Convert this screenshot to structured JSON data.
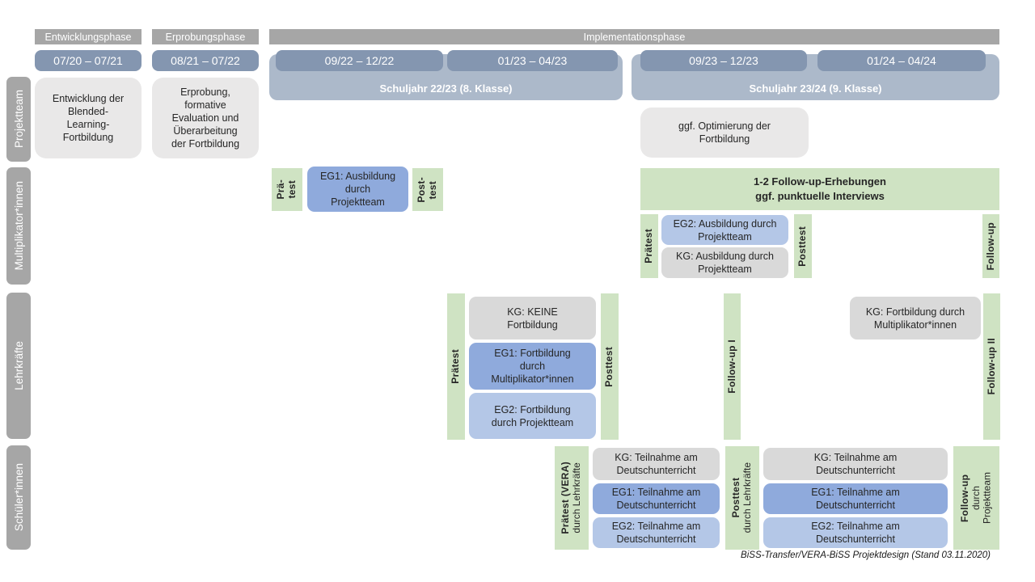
{
  "colors": {
    "phase_bar": "#a6a6a6",
    "date_bar": "#8496b0",
    "year_bar": "#acb9ca",
    "box_light_gray": "#e9e8e8",
    "box_gray": "#d9d9d9",
    "box_blue_medium": "#8faadc",
    "box_blue_light": "#b4c7e7",
    "box_green": "#cfe3c3",
    "text_dark": "#262626",
    "text_white": "#ffffff"
  },
  "phases": {
    "p1": "Entwicklungsphase",
    "p2": "Erprobungsphase",
    "p3": "Implementationsphase"
  },
  "timeline": {
    "d1": "07/20 – 07/21",
    "d2": "08/21 – 07/22",
    "d3": "09/22 – 12/22",
    "d4": "01/23 – 04/23",
    "d5": "09/23 – 12/23",
    "d6": "01/24 – 04/24",
    "year1": "Schuljahr 22/23 (8. Klasse)",
    "year2": "Schuljahr 23/24 (9. Klasse)"
  },
  "row_labels": {
    "r1": "Projektteam",
    "r2": "Multiplikator*innen",
    "r3": "Lehrkräfte",
    "r4": "Schüler*innen"
  },
  "projektteam": {
    "entwicklung": "Entwicklung der\nBlended-\nLearning-\nFortbildung",
    "erprobung": "Erprobung,\nformative\nEvaluation und\nÜberarbeitung\nder Fortbildung",
    "optimierung": "ggf. Optimierung der\nFortbildung"
  },
  "multiplikatoren": {
    "prae_col1": "Prä-",
    "prae_col2": "test",
    "eg1": "EG1: Ausbildung\ndurch\nProjektteam",
    "post_col1": "Post-",
    "post_col2": "test",
    "followup_box": "1-2 Follow-up-Erhebungen\nggf. punktuelle Interviews",
    "praetest": "Prätest",
    "eg2": "EG2: Ausbildung durch\nProjektteam",
    "kg": "KG: Ausbildung durch\nProjektteam",
    "posttest": "Posttest",
    "followup": "Follow-up"
  },
  "lehrkraefte": {
    "praetest": "Prätest",
    "kg": "KG: KEINE\nFortbildung",
    "eg1": "EG1: Fortbildung\ndurch\nMultiplikator*innen",
    "eg2": "EG2: Fortbildung\ndurch Projektteam",
    "posttest": "Posttest",
    "followup1": "Follow-up I",
    "kg2": "KG: Fortbildung durch\nMultiplikator*innen",
    "followup2": "Follow-up II"
  },
  "schueler": {
    "praetest_main": "Prätest (VERA)",
    "praetest_sub": "durch Lehrkräfte",
    "kg1": "KG: Teilnahme am\nDeutschunterricht",
    "eg1a": "EG1: Teilnahme am\nDeutschunterricht",
    "eg2a": "EG2: Teilnahme am\nDeutschunterricht",
    "posttest_main": "Posttest",
    "posttest_sub": "durch Lehrkräfte",
    "kg2": "KG: Teilnahme am\nDeutschunterricht",
    "eg1b": "EG1: Teilnahme am\nDeutschunterricht",
    "eg2b": "EG2: Teilnahme am\nDeutschunterricht",
    "followup_main": "Follow-up",
    "followup_sub1": "durch",
    "followup_sub2": "Projektteam"
  },
  "footer": "BiSS-Transfer/VERA-BiSS Projektdesign (Stand 03.11.2020)"
}
